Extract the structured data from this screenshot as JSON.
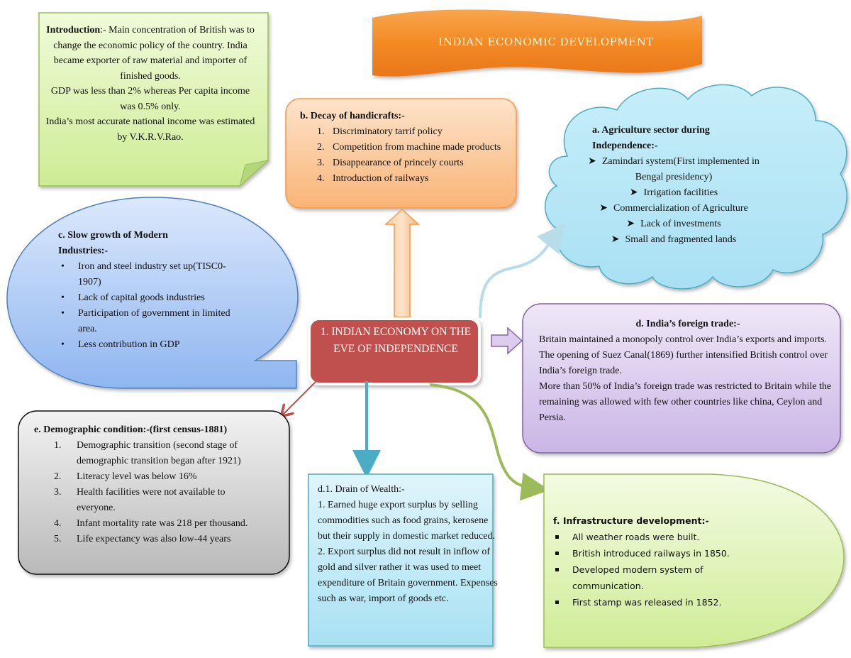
{
  "title": "INDIAN ECONOMIC DEVELOPMENT",
  "colors": {
    "center_node": "#c0504d",
    "intro_note": "#d7f0a8",
    "decay_box": "#fbc08a",
    "agri_cloud": "#bde9f7",
    "slow_bubble": "#a9c8f5",
    "trade_box": "#dccdee",
    "demo_box": "#d0d0d0",
    "drain_box": "#c4ecf7",
    "infra_shape": "#dff3b4",
    "banner": "#f38a26"
  },
  "intro": {
    "heading": "Introduction",
    "lines": [
      ":- Main concentration of British was to change the economic policy of the country. India became exporter of raw material and importer of finished goods.",
      "GDP was less than 2% whereas Per capita income was 0.5% only.",
      "India’s most accurate national income was estimated by V.K.R.V.Rao."
    ]
  },
  "center": {
    "label": "1. INDIAN ECONOMY ON THE EVE OF INDEPENDENCE"
  },
  "decay": {
    "heading": "b. Decay of handicrafts:-",
    "items": [
      {
        "num": "1.",
        "text": "Discriminatory tarrif policy"
      },
      {
        "num": "2.",
        "text": "Competition from machine made products"
      },
      {
        "num": "3.",
        "text": "Disappearance of princely courts"
      },
      {
        "num": "4.",
        "text": "Introduction of railways"
      }
    ]
  },
  "agriculture": {
    "heading": "a. Agriculture sector during Independence:-",
    "bullet_icon": "arrowhead-bullet-icon",
    "items": [
      "Zamindari system(First implemented in Bengal presidency)",
      "Irrigation facilities",
      "Commercialization of Agriculture",
      "Lack of investments",
      "Small and fragmented lands"
    ]
  },
  "slow_growth": {
    "heading": "c. Slow growth of Modern Industries:-",
    "items": [
      "Iron and steel industry set up(TISC0-1907)",
      "Lack of capital goods industries",
      "Participation of government in limited area.",
      "Less contribution in GDP"
    ]
  },
  "foreign_trade": {
    "heading": "d. India’s foreign trade:-",
    "paragraphs": [
      "Britain maintained a monopoly control over India’s exports and imports.",
      "The opening of Suez Canal(1869) further intensified British control over India’s foreign trade.",
      "More than 50% of India’s foreign trade was restricted to Britain while the remaining was allowed with few other countries like china, Ceylon and Persia."
    ]
  },
  "demographic": {
    "heading": "e. Demographic condition:-(first census-1881)",
    "items": [
      {
        "num": "1.",
        "text": "Demographic transition (second stage of demographic transition began after 1921)"
      },
      {
        "num": "2.",
        "text": "Literacy level was below 16%"
      },
      {
        "num": "3.",
        "text": "Health facilities were not available to everyone."
      },
      {
        "num": "4.",
        "text": "Infant mortality rate was 218 per thousand."
      },
      {
        "num": "5.",
        "text": "Life expectancy was also low-44 years"
      }
    ]
  },
  "drain": {
    "heading": "d.1. Drain of Wealth:-",
    "paragraphs": [
      "1. Earned huge export surplus by selling commodities such as food grains, kerosene but their supply in domestic market reduced.",
      "2. Export surplus did not result in inflow of gold and silver rather it was used to meet expenditure of Britain government. Expenses such as war, import of goods etc."
    ]
  },
  "infrastructure": {
    "heading": "f. Infrastructure development:-",
    "items": [
      "All weather roads were built.",
      "British introduced railways in 1850.",
      "Developed modern system of communication.",
      "First stamp was released in 1852."
    ]
  }
}
